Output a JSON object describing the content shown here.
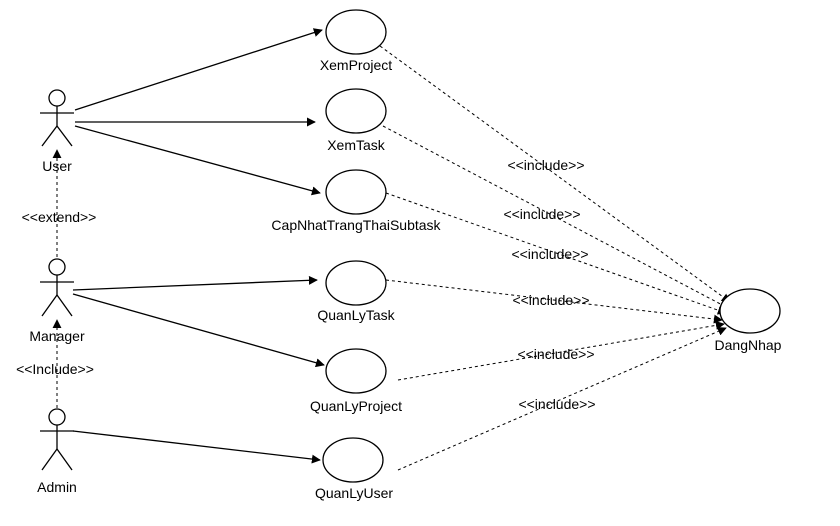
{
  "actors": {
    "user": "User",
    "manager": "Manager",
    "admin": "Admin"
  },
  "use_cases": {
    "xem_project": "XemProject",
    "xem_task": "XemTask",
    "cap_nhat_subtask": "CapNhatTrangThaiSubtask",
    "quan_ly_task": "QuanLyTask",
    "quan_ly_project": "QuanLyProject",
    "quan_ly_user": "QuanLyUser",
    "dang_nhap": "DangNhap"
  },
  "relations": {
    "extend": "<<extend>>",
    "include_actor": "<<Include>>",
    "include": "<<include>>"
  }
}
